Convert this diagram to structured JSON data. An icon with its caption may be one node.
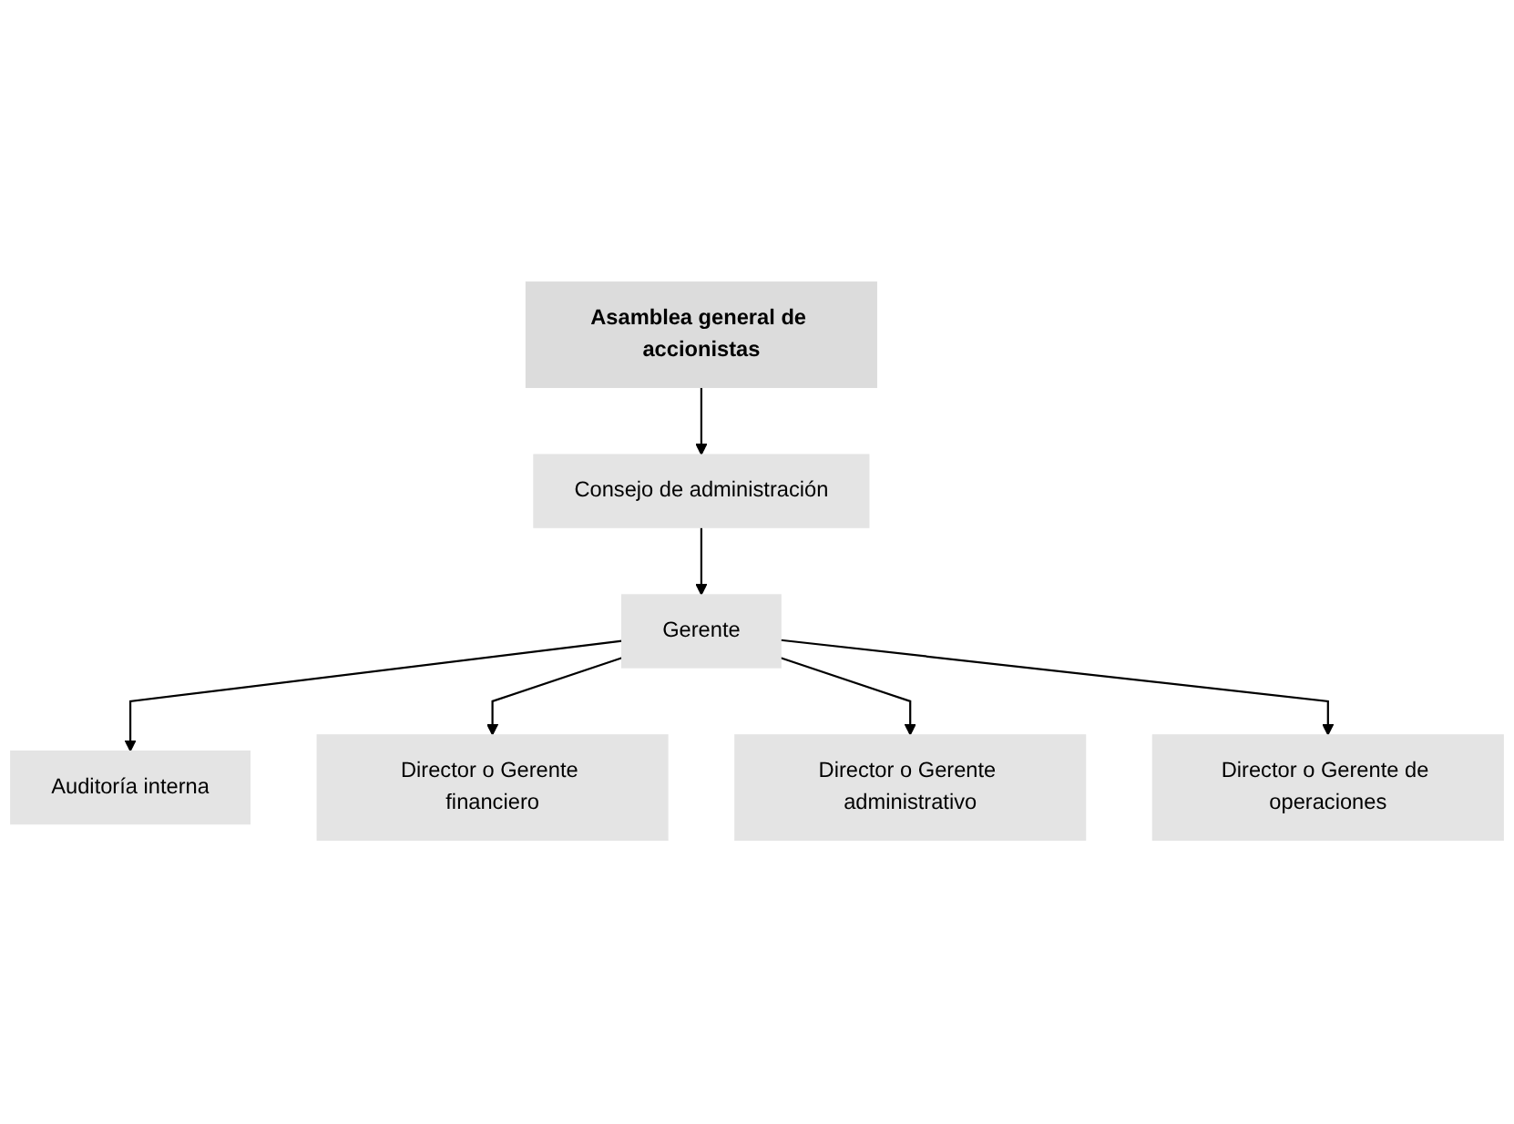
{
  "diagram": {
    "nodes": [
      {
        "text": [
          "Asamblea general de accionistas"
        ]
      },
      {
        "text": [
          "Consejo de administración"
        ]
      },
      {
        "text": [
          "Gerente"
        ]
      },
      {
        "text": [
          "Auditoría interna"
        ]
      },
      {
        "text": [
          "Director o Gerente financiero"
        ]
      },
      {
        "text": [
          "Director o Gerente administrativo"
        ]
      },
      {
        "text": [
          "Director o Gerente de operaciones"
        ]
      }
    ],
    "edges": [
      {
        "from": 0,
        "to": 1,
        "arrow": "to"
      },
      {
        "from": 1,
        "to": 2,
        "arrow": "to"
      },
      {
        "from": 2,
        "to": 3,
        "arrow": "to"
      },
      {
        "from": 2,
        "to": 4,
        "arrow": "to"
      },
      {
        "from": 2,
        "to": 5,
        "arrow": "to"
      },
      {
        "from": 2,
        "to": 6,
        "arrow": "to"
      }
    ]
  }
}
